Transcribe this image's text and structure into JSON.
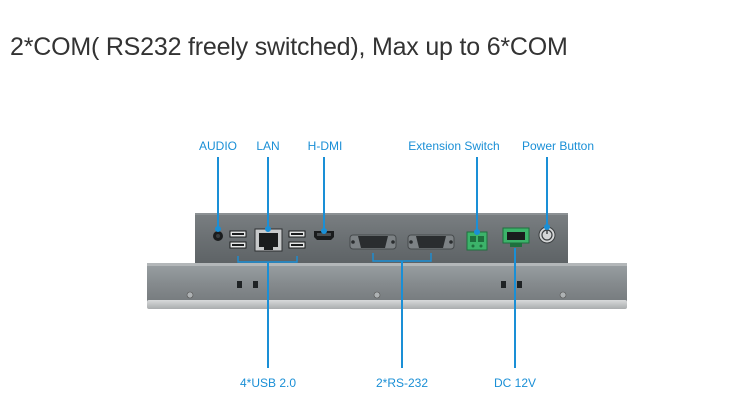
{
  "heading": "2*COM( RS232 freely switched), Max up to 6*COM",
  "colors": {
    "accent": "#1a8fd6",
    "heading_text": "#333333",
    "chassis": "#6e7376",
    "front_panel": "#8c9194"
  },
  "top_labels": {
    "audio": "AUDIO",
    "lan": "LAN",
    "hdmi": "H-DMI",
    "extension_switch": "Extension Switch",
    "power_button": "Power Button"
  },
  "bottom_labels": {
    "usb": "4*USB 2.0",
    "rs232": "2*RS-232",
    "dc": "DC 12V"
  },
  "icons": [
    "audio-jack-icon",
    "lan-port-icon",
    "usb-port-icon",
    "hdmi-port-icon",
    "db9-serial-port-icon",
    "terminal-block-icon",
    "dc-power-connector-icon",
    "power-button-icon"
  ]
}
